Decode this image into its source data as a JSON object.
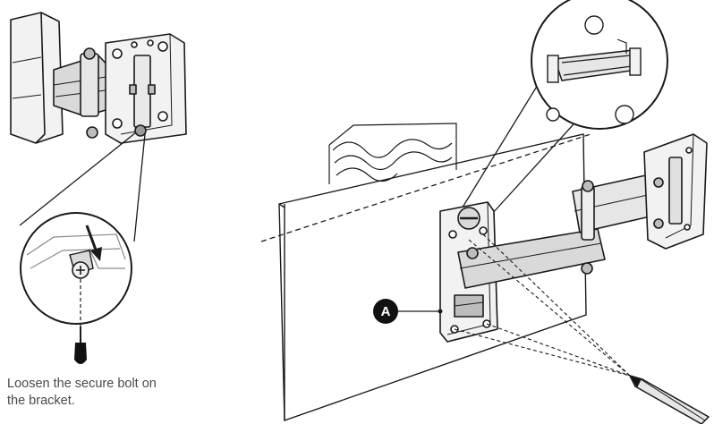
{
  "caption": {
    "line1": "Loosen the secure bolt on",
    "line2": "the bracket."
  },
  "callout": {
    "label": "A"
  },
  "colors": {
    "line": "#1a1a1a",
    "fill_light": "#f2f2f2",
    "fill_mid": "#d9d9d9",
    "fill_dark": "#9a9a9a",
    "callout_bg": "#111111",
    "caption_text": "#4a4a4a"
  }
}
